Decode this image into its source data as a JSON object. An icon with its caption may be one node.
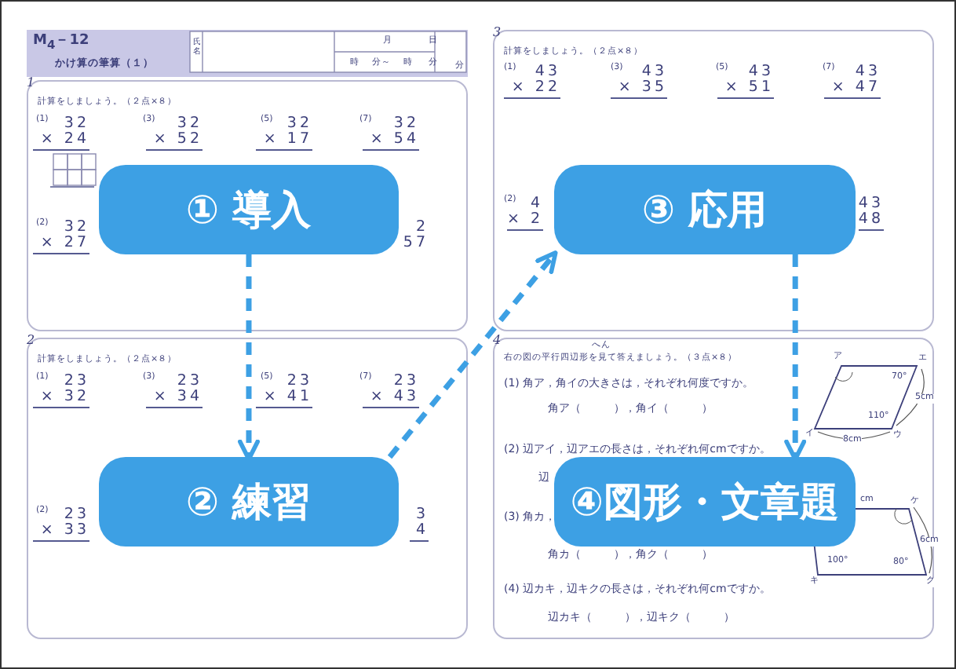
{
  "diagram": {
    "nodes": [
      {
        "text": [
          "M$_{4}$－12",
          "かけ算の筆算（１）"
        ]
      },
      {
        "text": [
          "1",
          "計算をしましょう。（２点×８）"
        ]
      },
      {
        "text": [
          "3",
          "計算をしましょう。（２点×８）"
        ]
      },
      {
        "text": [
          "2",
          "計算をしましょう。（２点×８）"
        ]
      },
      {
        "text": [
          "4",
          "右の図の平行四辺形を見て答えましょう。（３点×８）"
        ]
      },
      {
        "text": [
          "① 導入"
        ],
        "in": 1
      },
      {
        "text": [
          "③ 応用"
        ],
        "in": 2
      },
      {
        "text": [
          "② 練習"
        ],
        "in": 3
      },
      {
        "text": [
          "④図形・文章題"
        ],
        "in": 4
      }
    ],
    "edges": [
      {
        "from": 5,
        "to": 7,
        "arrow": "to",
        "style": "dashed"
      },
      {
        "from": 7,
        "to": 6,
        "arrow": "to",
        "style": "dashed"
      },
      {
        "from": 6,
        "to": 8,
        "arrow": "to",
        "style": "dashed"
      }
    ],
    "labels": [
      "氏名",
      "月",
      "日",
      "時",
      "分～",
      "時",
      "分",
      "分",
      "(1)",
      "32",
      "× 24",
      "(3)",
      "32",
      "× 52",
      "(5)",
      "32",
      "× 17",
      "(7)",
      "32",
      "× 54",
      "(2)",
      "32",
      "× 27",
      "2",
      "57",
      "(1)",
      "43",
      "× 22",
      "(3)",
      "43",
      "× 35",
      "(5)",
      "43",
      "× 51",
      "(7)",
      "43",
      "× 47",
      "(2)",
      "4",
      "× 2",
      "43",
      "48",
      "(1)",
      "23",
      "× 32",
      "(3)",
      "23",
      "× 34",
      "(5)",
      "23",
      "× 41",
      "(7)",
      "23",
      "× 43",
      "(2)",
      "23",
      "× 33",
      "3",
      "4",
      "へん",
      "(1) 角ア，角イの大きさは，それぞれ何度ですか。",
      "角ア（　　　），角イ（　　　）",
      "(2) 辺アイ，辺アエの長さは，それぞれ何cmですか。",
      "辺",
      "(3) 角カ，",
      "角カ（　　　），角ク（　　　）",
      "(4) 辺カキ，辺キクの長さは，それぞれ何cmですか。",
      "辺カキ（　　　），辺キク（　　　）",
      "ア",
      "エ",
      "70°",
      "5cm",
      "110°",
      "イ",
      "ウ",
      "8cm",
      "cm",
      "ケ",
      "6cm",
      "100°",
      "80°",
      "キ",
      "ク"
    ]
  }
}
